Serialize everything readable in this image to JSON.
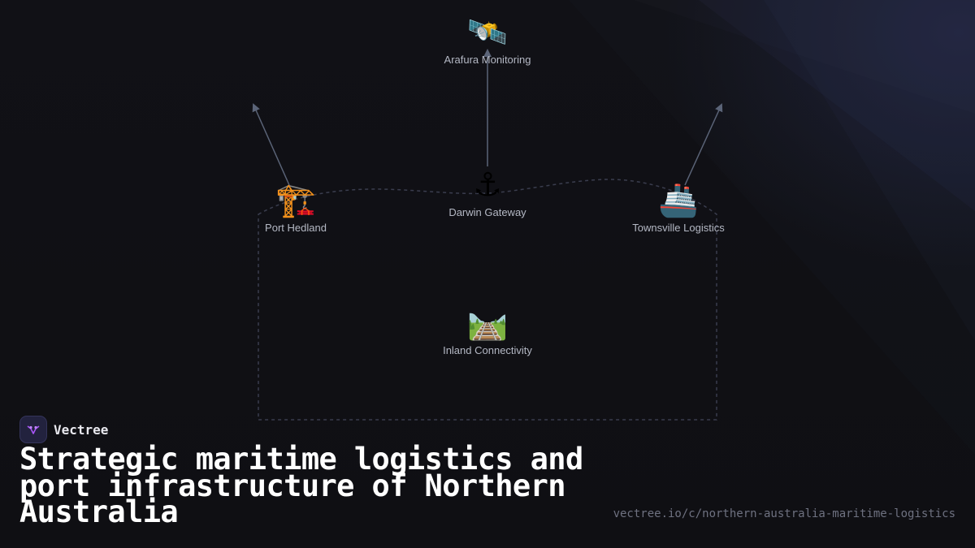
{
  "brand": {
    "name": "Vectree",
    "logo_icon": "vectree-logo-icon",
    "accent": "#a855f7"
  },
  "title": "Strategic maritime logistics and port infrastructure of Northern Australia",
  "url": "vectree.io/c/northern-australia-maritime-logistics",
  "nodes": {
    "satellite": {
      "label": "Arafura Monitoring",
      "icon": "🛰️",
      "icon_name": "satellite-icon"
    },
    "anchor": {
      "label": "Darwin Gateway",
      "icon": "⚓",
      "icon_name": "anchor-icon"
    },
    "crane": {
      "label": "Port Hedland",
      "icon": "🏗️",
      "icon_name": "construction-crane-icon"
    },
    "ship": {
      "label": "Townsville Logistics",
      "icon": "🚢",
      "icon_name": "ship-icon"
    },
    "railway": {
      "label": "Inland Connectivity",
      "icon": "🛤️",
      "icon_name": "railway-track-icon"
    }
  },
  "colors": {
    "background": "#101015",
    "arrow": "#5b6478",
    "dashed_outline": "#3a3d4e",
    "label": "#b4b8c4",
    "title": "#ffffff",
    "url": "#6e7180"
  }
}
